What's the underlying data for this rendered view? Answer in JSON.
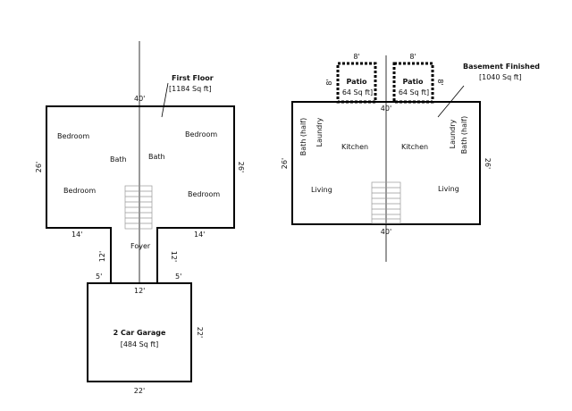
{
  "first_floor": {
    "title": "First Floor",
    "area": "[1184 Sq ft]",
    "rooms": {
      "bedroom_top_left": "Bedroom",
      "bedroom_top_right": "Bedroom",
      "bedroom_bottom_left": "Bedroom",
      "bedroom_bottom_right": "Bedroom",
      "bath_left": "Bath",
      "bath_right": "Bath",
      "foyer": "Foyer"
    },
    "dimensions": {
      "width_top": "40'",
      "depth_left": "26'",
      "depth_right": "26'",
      "wing_left": "14'",
      "wing_right": "14'",
      "foyer_left": "12'",
      "foyer_right": "12'",
      "link_left": "5'",
      "link_right": "5'",
      "link_width": "12'"
    }
  },
  "garage": {
    "title": "2 Car Garage",
    "area": "[484 Sq ft]",
    "dimensions": {
      "depth": "22'",
      "width": "22'"
    }
  },
  "basement": {
    "title": "Basement Finished",
    "area": "[1040 Sq ft]",
    "patio_left": {
      "title": "Patio",
      "area": "64 Sq ft]",
      "width": "8'",
      "depth": "8'"
    },
    "patio_right": {
      "title": "Patio",
      "area": "64 Sq ft]",
      "width": "8'",
      "depth": "8'"
    },
    "rooms": {
      "bath_half_left": "Bath (half)",
      "laundry_left": "Laundry",
      "kitchen_left": "Kitchen",
      "kitchen_right": "Kitchen",
      "laundry_right": "Laundry",
      "bath_half_right": "Bath (half)",
      "living_left": "Living",
      "living_right": "Living"
    },
    "dimensions": {
      "width_top": "40'",
      "width_bottom": "40'",
      "depth_left": "26'",
      "depth_right": "26'"
    }
  }
}
